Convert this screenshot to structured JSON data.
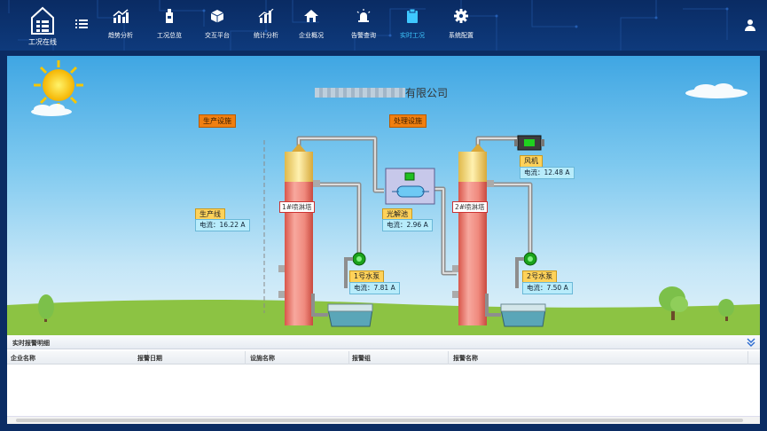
{
  "app": {
    "logo_label": "工况在线"
  },
  "nav": {
    "items": [
      {
        "label": "趋势分析",
        "icon": "trend-chart-icon"
      },
      {
        "label": "工况总览",
        "icon": "factory-icon"
      },
      {
        "label": "交互平台",
        "icon": "cube-icon"
      },
      {
        "label": "统计分析",
        "icon": "bar-chart-icon"
      },
      {
        "label": "企业概况",
        "icon": "home-icon"
      },
      {
        "label": "告警查询",
        "icon": "alarm-light-icon"
      },
      {
        "label": "实时工况",
        "icon": "clipboard-icon",
        "active": true
      },
      {
        "label": "系统配置",
        "icon": "gear-icon"
      }
    ]
  },
  "scene": {
    "company_suffix": "有限公司",
    "sections": {
      "production": "生产设施",
      "treatment": "处理设施"
    },
    "production_line": {
      "name": "生产线",
      "current": "电流：16.22 A"
    },
    "tower1": {
      "name": "1#喷淋塔"
    },
    "tower2": {
      "name": "2#喷淋塔"
    },
    "photolysis": {
      "name": "光解池",
      "current": "电流：2.96 A"
    },
    "pump1": {
      "name": "1号水泵",
      "current": "电流：7.81 A"
    },
    "pump2": {
      "name": "2号水泵",
      "current": "电流：7.50 A"
    },
    "fan": {
      "name": "风机",
      "current": "电流：12.48 A"
    }
  },
  "alarm_panel": {
    "title": "实时报警明细",
    "columns": [
      "企业名称",
      "报警日期",
      "设施名称",
      "报警组",
      "报警名称"
    ],
    "rows": []
  },
  "colors": {
    "nav_bg": "#0b2c63",
    "active": "#3fc8ff",
    "tower": "#f08a7e",
    "tag": "#f07f10",
    "label_yellow": "#ffd25a",
    "label_blue": "#b8ecfb"
  }
}
